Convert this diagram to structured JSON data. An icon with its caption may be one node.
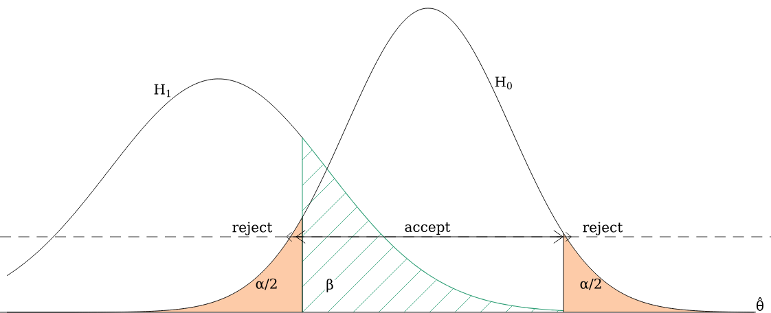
{
  "diagram": {
    "labels": [
      "H$_{1}$",
      "H$_{0}$",
      "reject",
      "accept",
      "reject",
      "α/2",
      "β",
      "α/2",
      "θ̂"
    ]
  }
}
